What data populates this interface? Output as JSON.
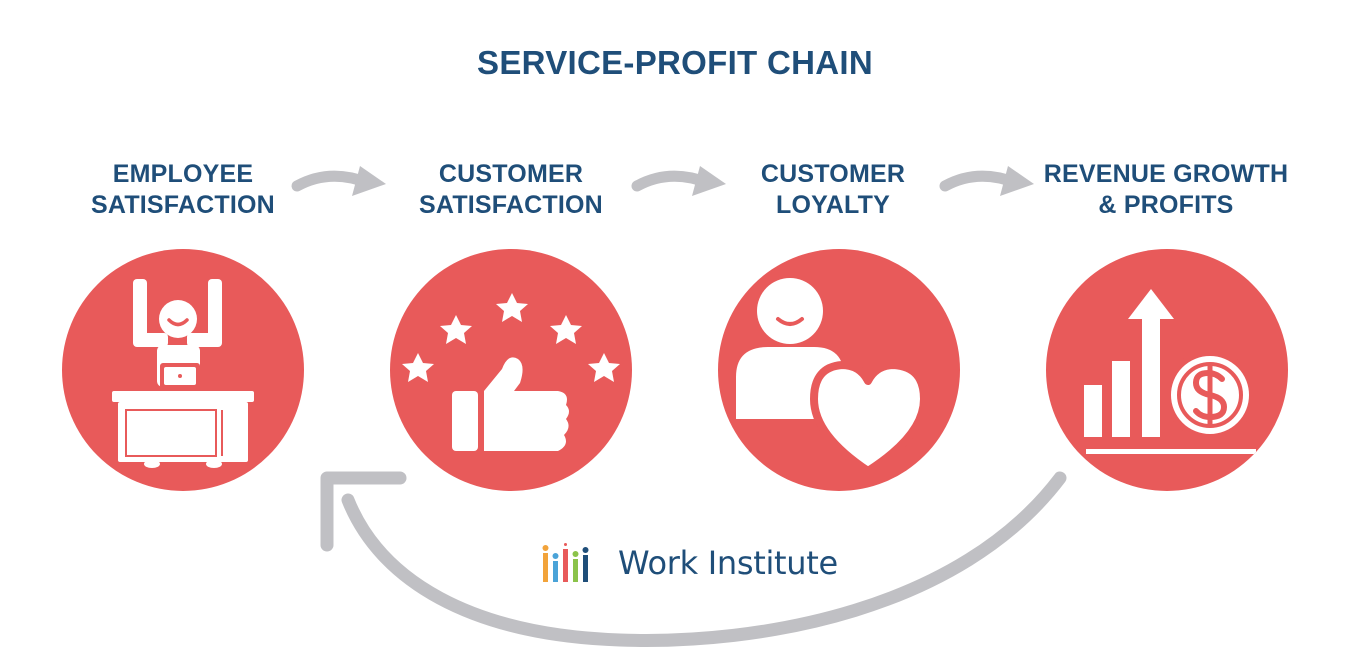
{
  "title": "SERVICE-PROFIT CHAIN",
  "stages": [
    {
      "line1": "EMPLOYEE",
      "line2": "SATISFACTION",
      "icon": "cheering-employee-desk-icon"
    },
    {
      "line1": "CUSTOMER",
      "line2": "SATISFACTION",
      "icon": "thumbs-up-stars-icon"
    },
    {
      "line1": "CUSTOMER",
      "line2": "LOYALTY",
      "icon": "person-heart-icon"
    },
    {
      "line1": "REVENUE GROWTH",
      "line2": "& PROFITS",
      "icon": "growth-chart-dollar-icon"
    }
  ],
  "logo": {
    "text": "Work Institute",
    "icon": "bar-people-logo-icon"
  },
  "colors": {
    "title": "#1f4e79",
    "circle": "#e85a5a",
    "arrow": "#c0c0c4",
    "icon": "#ffffff"
  }
}
